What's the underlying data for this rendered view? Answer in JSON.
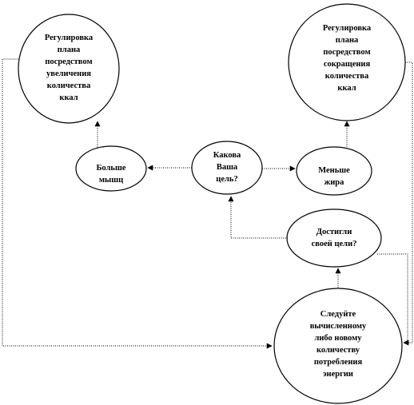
{
  "nodes": {
    "gain_calories": "Регулировка\nплана\nпосредством\nувеличения\nколичества\nккал",
    "cut_calories": "Регулировка\nплана\nпосредством\nсокращения\nколичества\nккал",
    "more_muscle": "Больше\nмышц",
    "goal_question": "Какова\nВаша\nцель?",
    "less_fat": "Меньше\nжира",
    "reached_goal": "Достигли\nсвоей цели?",
    "follow_plan": "Следуйте\nвычисленному\nлибо новому\nколичеству\nпотребления\nэнергии"
  }
}
